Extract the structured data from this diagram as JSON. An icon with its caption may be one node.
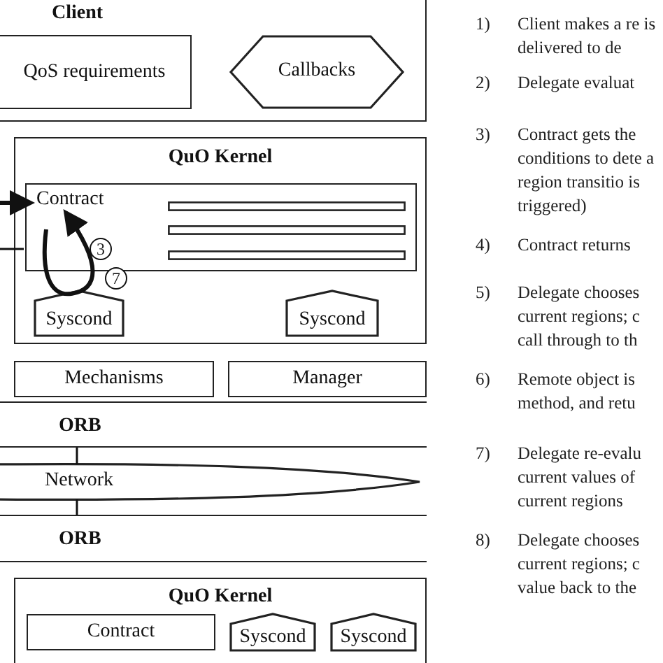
{
  "diagram": {
    "nodes": [
      {
        "text": [
          "Client"
        ]
      },
      {
        "text": [
          "QoS requirements"
        ],
        "in": 0
      },
      {
        "text": [
          "Callbacks"
        ],
        "in": 0
      },
      {
        "text": [
          "QuO Kernel"
        ]
      },
      {
        "text": [
          "Contract"
        ],
        "in": 3
      },
      {
        "text": [],
        "shape": "bar",
        "in": 4
      },
      {
        "text": [],
        "shape": "bar",
        "in": 4
      },
      {
        "text": [],
        "shape": "bar",
        "in": 4
      },
      {
        "text": [
          "Syscond"
        ],
        "in": 3
      },
      {
        "text": [
          "Syscond"
        ],
        "in": 3
      },
      {
        "text": [
          "Mechanisms"
        ]
      },
      {
        "text": [
          "Manager"
        ]
      },
      {
        "text": [
          "ORB"
        ]
      },
      {
        "text": [
          "Network"
        ]
      },
      {
        "text": [
          "ORB"
        ]
      },
      {
        "text": [
          "QuO Kernel"
        ]
      },
      {
        "text": [
          "Contract"
        ],
        "in": 15
      },
      {
        "text": [
          "Syscond"
        ],
        "in": 15
      },
      {
        "text": [
          "Syscond"
        ],
        "in": 15
      }
    ],
    "edges": [
      {
        "from": null,
        "to": 4,
        "arrow": "to",
        "style": "thick"
      },
      {
        "from": null,
        "to": 4,
        "arrow": "none"
      },
      {
        "from": 8,
        "to": 4,
        "arrow": "to",
        "style": "thick"
      },
      {
        "from": 12,
        "to": 13,
        "arrow": "none"
      },
      {
        "from": 13,
        "to": 14,
        "arrow": "none"
      }
    ],
    "labels": [
      "3",
      "7",
      "1)",
      "Client makes a re is delivered to de",
      "2)",
      "Delegate evaluat",
      "3)",
      "Contract gets the conditions to dete a region transitio is triggered)",
      "4)",
      "Contract returns",
      "5)",
      "Delegate chooses current regions; c call through to th",
      "6)",
      "Remote object is method, and retu",
      "7)",
      "Delegate re-evalu current values of current regions",
      "8)",
      "Delegate chooses current regions; c value back to the"
    ]
  }
}
